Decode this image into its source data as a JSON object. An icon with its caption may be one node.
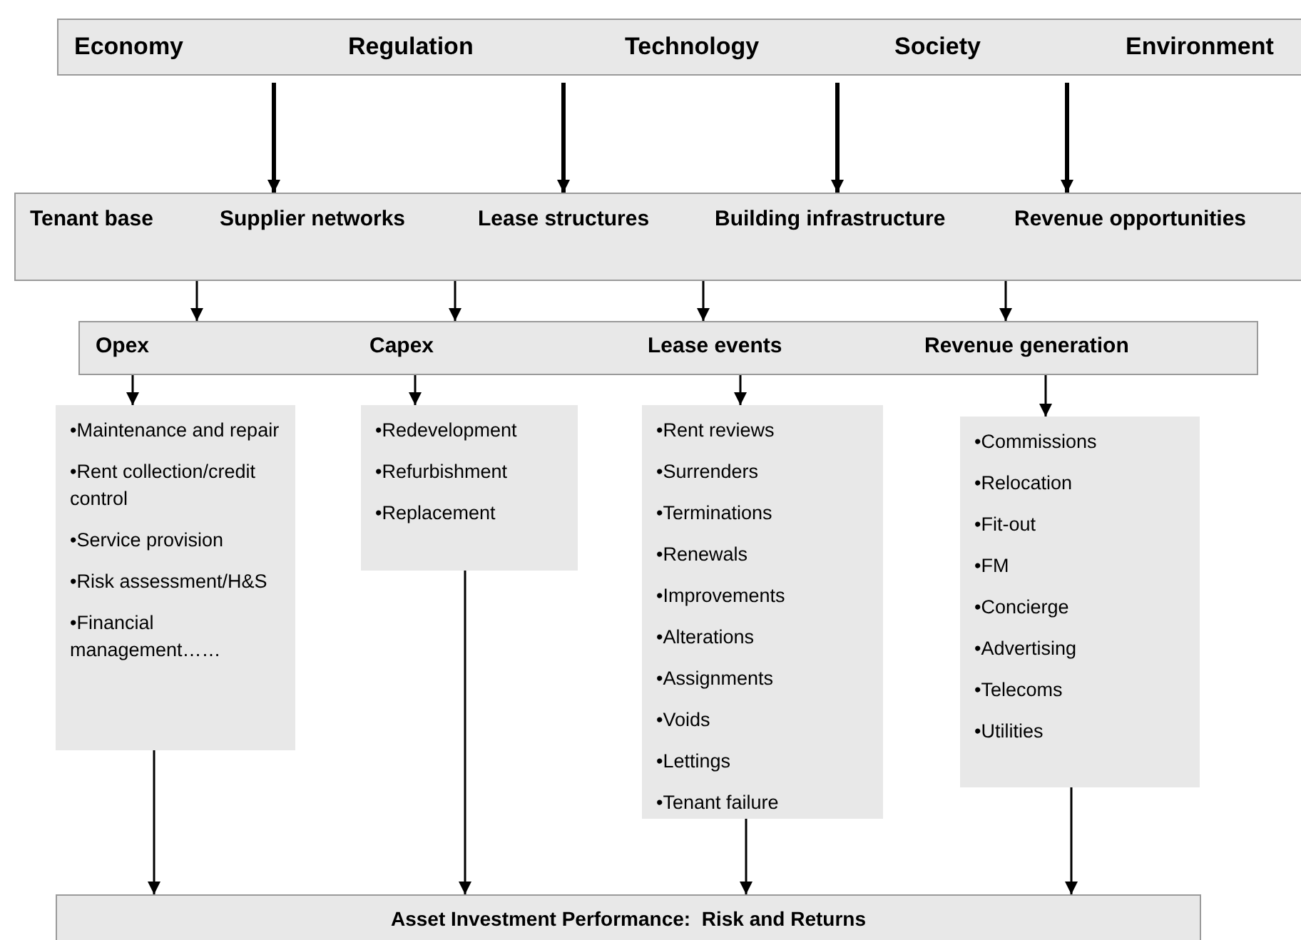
{
  "diagram": {
    "nodes": [
      {
        "text": [
          "Economy",
          "Regulation",
          "Technology",
          "Society",
          "Environment"
        ]
      },
      {
        "text": [
          "Tenant base",
          "Supplier networks",
          "Lease structures",
          "Building infrastructure",
          "Revenue opportunities"
        ]
      },
      {
        "text": [
          "Opex",
          "Capex",
          "Lease events",
          "Revenue generation"
        ]
      },
      {
        "text": [
          "•Maintenance and repair",
          "•Rent collection/credit control",
          "•Service provision",
          "•Risk assessment/H&S",
          "•Financial management……"
        ]
      },
      {
        "text": [
          "•Redevelopment",
          "•Refurbishment",
          "•Replacement"
        ]
      },
      {
        "text": [
          "•Rent reviews",
          "•Surrenders",
          "•Terminations",
          "•Renewals",
          "•Improvements",
          "•Alterations",
          "•Assignments",
          "•Voids",
          "•Lettings",
          "•Tenant failure"
        ]
      },
      {
        "text": [
          "•Commissions",
          "•Relocation",
          "•Fit-out",
          "•FM",
          "•Concierge",
          "•Advertising",
          "•Telecoms",
          "•Utilities"
        ]
      },
      {
        "text": [
          "Asset Investment Performance:  Risk and Returns"
        ]
      }
    ],
    "edges": [
      {
        "from": 0,
        "to": 1,
        "arrow": "to",
        "style": "thick"
      },
      {
        "from": 0,
        "to": 1,
        "arrow": "to",
        "style": "thick"
      },
      {
        "from": 0,
        "to": 1,
        "arrow": "to",
        "style": "thick"
      },
      {
        "from": 0,
        "to": 1,
        "arrow": "to",
        "style": "thick"
      },
      {
        "from": 1,
        "to": 2,
        "arrow": "to"
      },
      {
        "from": 1,
        "to": 2,
        "arrow": "to"
      },
      {
        "from": 1,
        "to": 2,
        "arrow": "to"
      },
      {
        "from": 1,
        "to": 2,
        "arrow": "to"
      },
      {
        "from": 2,
        "to": 3,
        "arrow": "to"
      },
      {
        "from": 2,
        "to": 4,
        "arrow": "to"
      },
      {
        "from": 2,
        "to": 5,
        "arrow": "to"
      },
      {
        "from": 2,
        "to": 6,
        "arrow": "to"
      },
      {
        "from": 3,
        "to": 7,
        "arrow": "to"
      },
      {
        "from": 4,
        "to": 7,
        "arrow": "to"
      },
      {
        "from": 5,
        "to": 7,
        "arrow": "to"
      },
      {
        "from": 6,
        "to": 7,
        "arrow": "to"
      }
    ]
  }
}
